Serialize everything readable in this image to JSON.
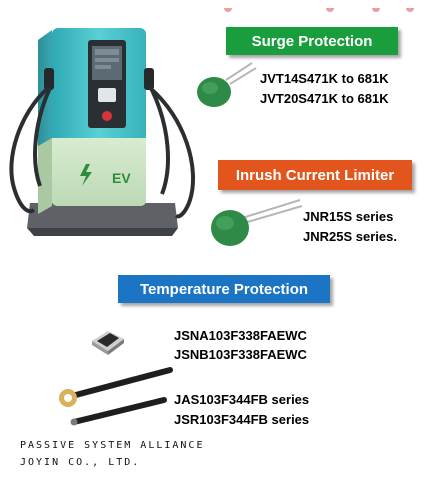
{
  "colors": {
    "surge_banner": "#1a9d3c",
    "inrush_banner": "#e2561e",
    "temperature_banner": "#1b75c4",
    "charger_body": "#47c4c9",
    "thermistor_green": "#2e8a46"
  },
  "sections": {
    "surge": {
      "title": "Surge Protection",
      "parts": [
        "JVT14S471K to 681K",
        "JVT20S471K to 681K"
      ]
    },
    "inrush": {
      "title": "Inrush Current Limiter",
      "parts": [
        "JNR15S series",
        "JNR25S series."
      ]
    },
    "temperature": {
      "title": "Temperature Protection",
      "parts": [
        "JSNA103F338FAEWC",
        "JSNB103F338FAEWC",
        "JAS103F344FB series",
        "JSR103F344FB series"
      ]
    }
  },
  "charger": {
    "label": "EV"
  },
  "footer": {
    "line1": "PASSIVE SYSTEM ALLIANCE",
    "line2": "JOYIN CO., LTD."
  }
}
